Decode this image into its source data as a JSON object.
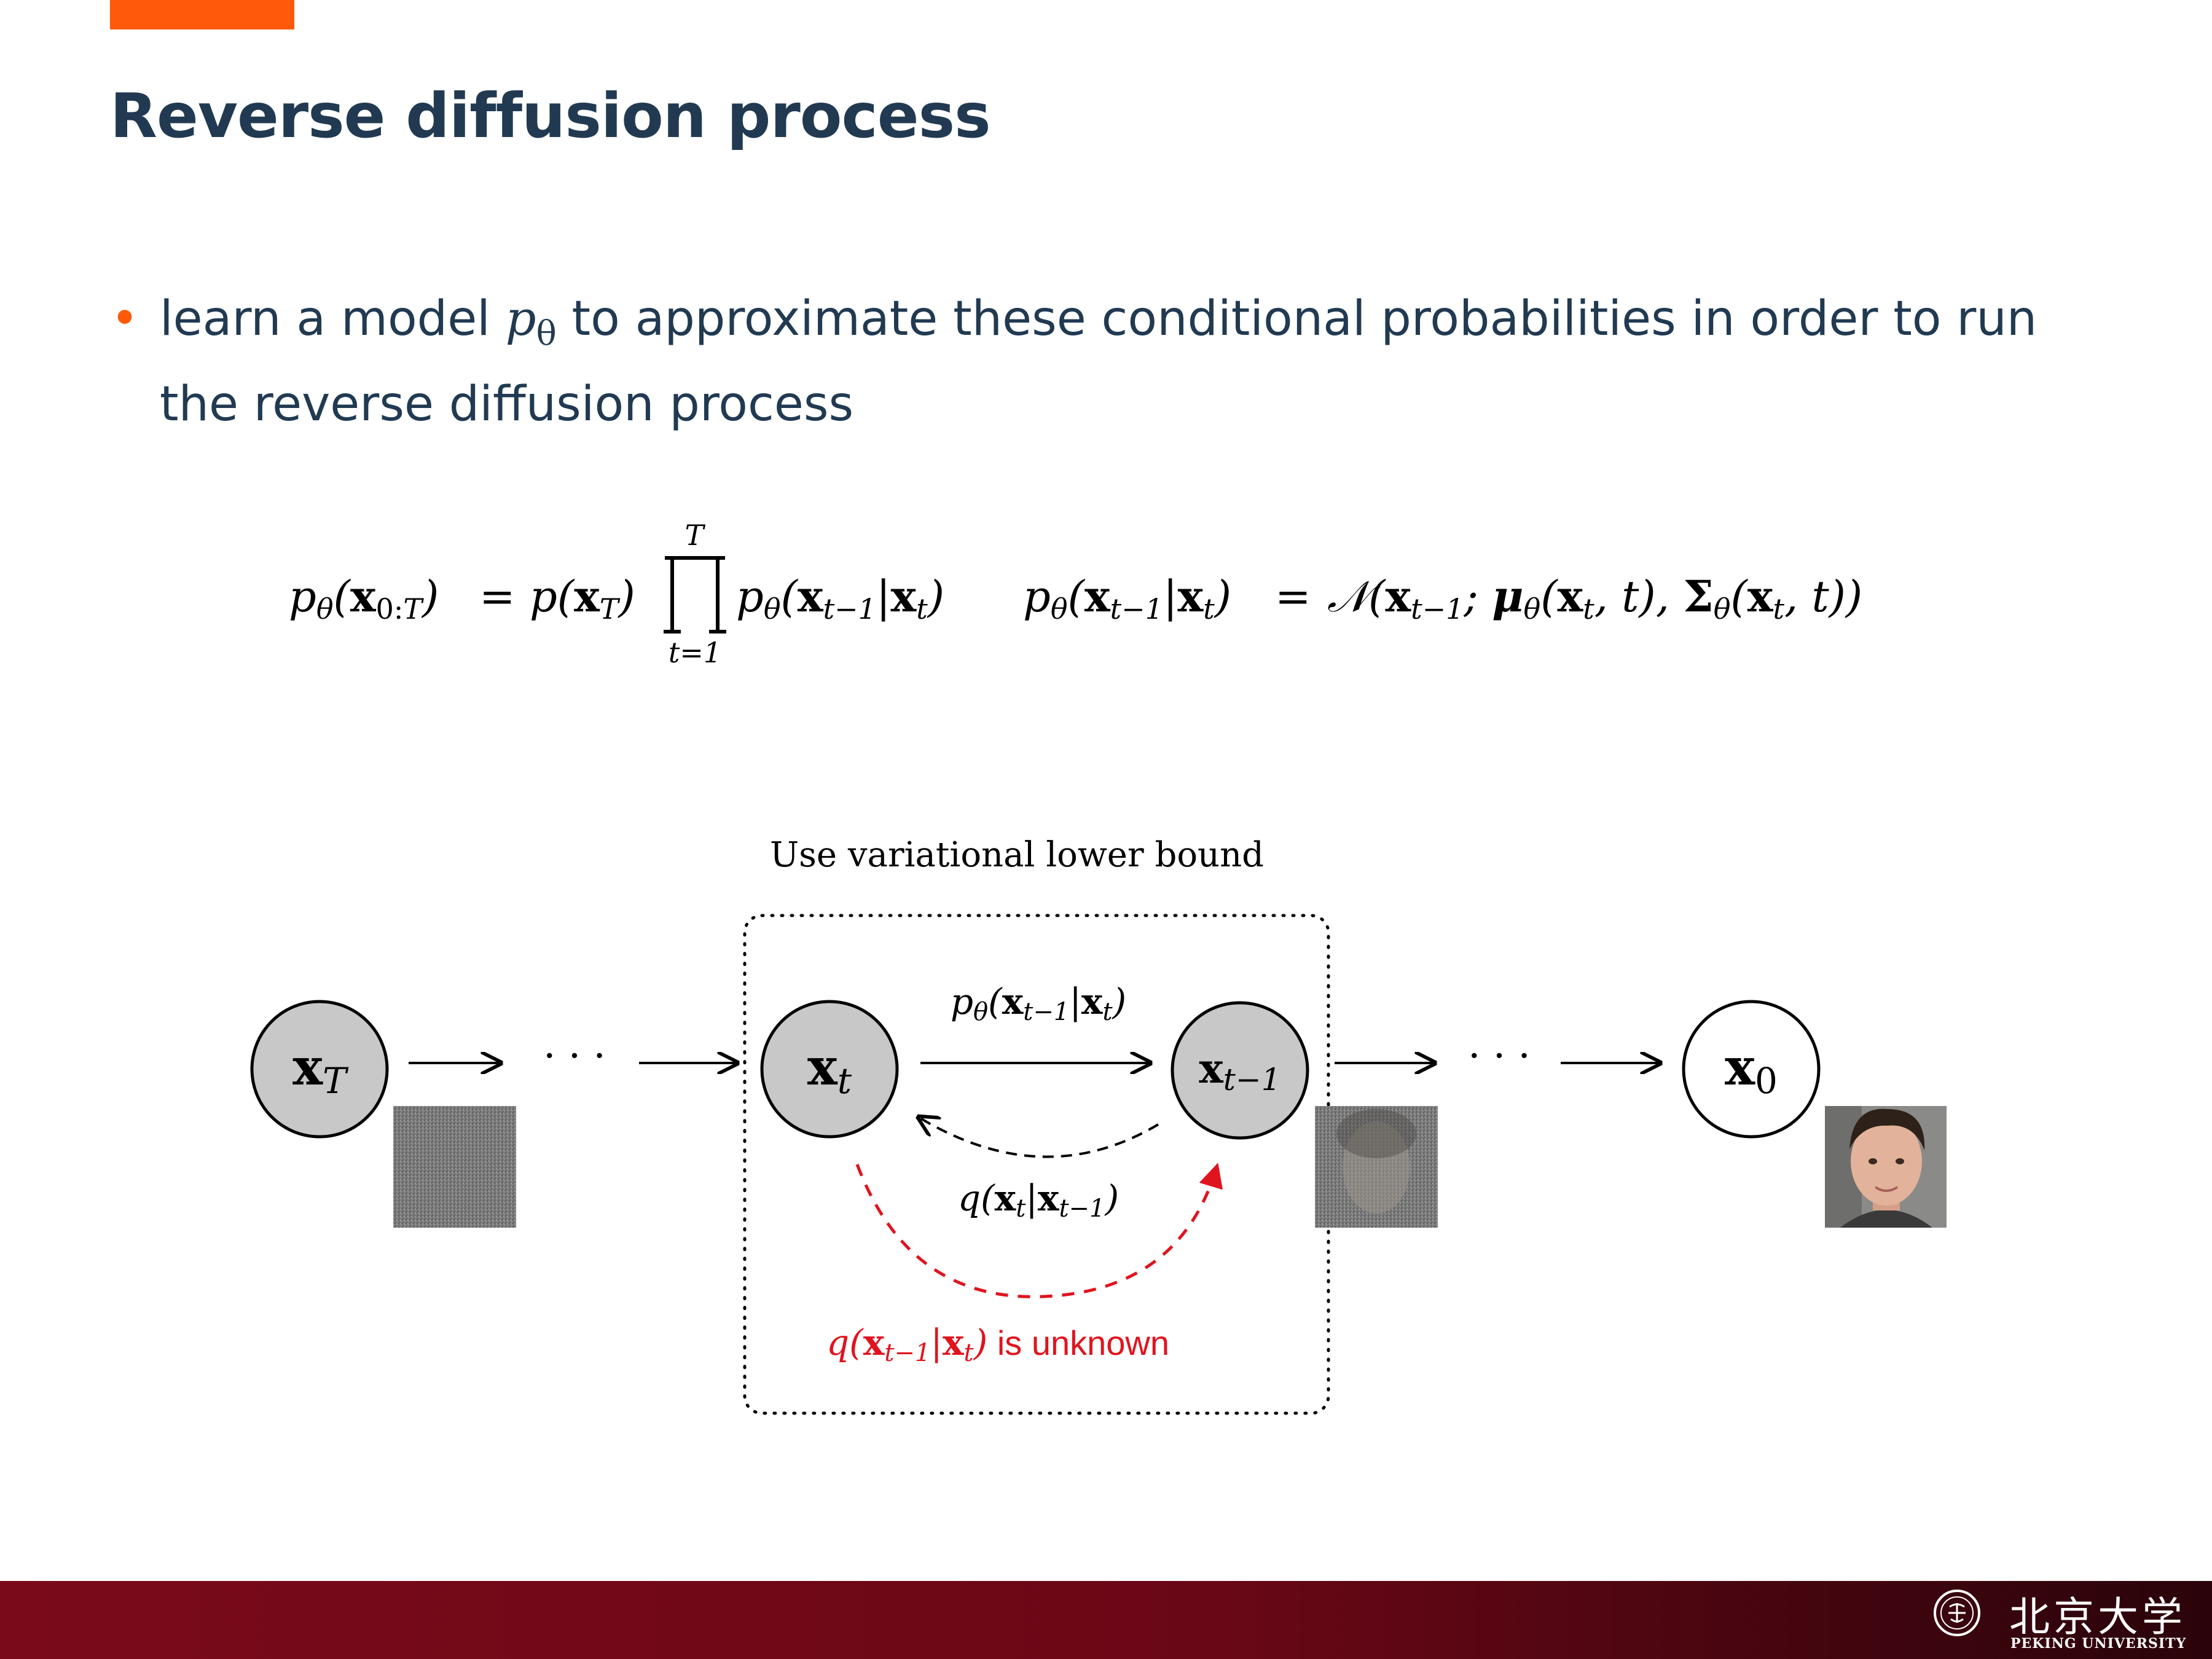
{
  "slide": {
    "title": "Reverse diffusion process",
    "bullet": {
      "prefix": "learn a model ",
      "model_symbol": "p",
      "model_subscript": "θ",
      "suffix": " to approximate these conditional probabilities in order to run the reverse diffusion process"
    }
  },
  "equation": {
    "joint": {
      "lhs": "pθ(x0:T)",
      "eq": "=",
      "prior": "p(xT)",
      "prod_upper": "T",
      "prod_lower": "t=1",
      "factor": "pθ(xt−1|xt)"
    },
    "conditional": {
      "lhs": "pθ(xt−1|xt)",
      "eq": "=",
      "rhs": "N(xt−1; μθ(xt, t), Σθ(xt, t))"
    }
  },
  "diagram": {
    "box_label": "Use variational lower bound",
    "nodes": {
      "xT": "xT",
      "xt": "xt",
      "xt1": "xt−1",
      "x0": "x0"
    },
    "ellipsis": "· · ·",
    "reverse_label": "pθ(xt−1|xt)",
    "forward_label": "q(xt|xt−1)",
    "unknown_formula": "q(xt−1|xt)",
    "unknown_text": " is unknown",
    "colors": {
      "node_fill": "#C8C8C8",
      "unknown": "#E0141E",
      "accent": "#FF5A0A",
      "title": "#213A52"
    }
  },
  "footer": {
    "university_cn": "北京大学",
    "university_en": "PEKING UNIVERSITY"
  }
}
